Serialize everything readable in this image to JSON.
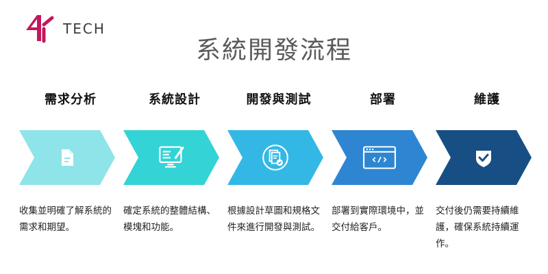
{
  "brand": {
    "logo_text": "TECH"
  },
  "title": "系統開發流程",
  "colors": {
    "step1": "#8fe4ea",
    "step2": "#34d3d6",
    "step3": "#33b8e6",
    "step4": "#2e86d2",
    "step5": "#174f85",
    "logo_pink": "#c3185d"
  },
  "steps": [
    {
      "title": "需求分析",
      "icon": "document-icon",
      "desc": "收集並明確了解系統的需求和期望。"
    },
    {
      "title": "系統設計",
      "icon": "design-monitor-icon",
      "desc": "確定系統的整體結構、模塊和功能。"
    },
    {
      "title": "開發與測試",
      "icon": "documents-check-icon",
      "desc": "根據設計草圖和規格文件來進行開發與測試。"
    },
    {
      "title": "部署",
      "icon": "code-window-icon",
      "desc": "部署到實際環境中，並交付給客戶。"
    },
    {
      "title": "維護",
      "icon": "shield-check-icon",
      "desc": "交付後仍需要持續維護，確保系統持續運作。"
    }
  ]
}
